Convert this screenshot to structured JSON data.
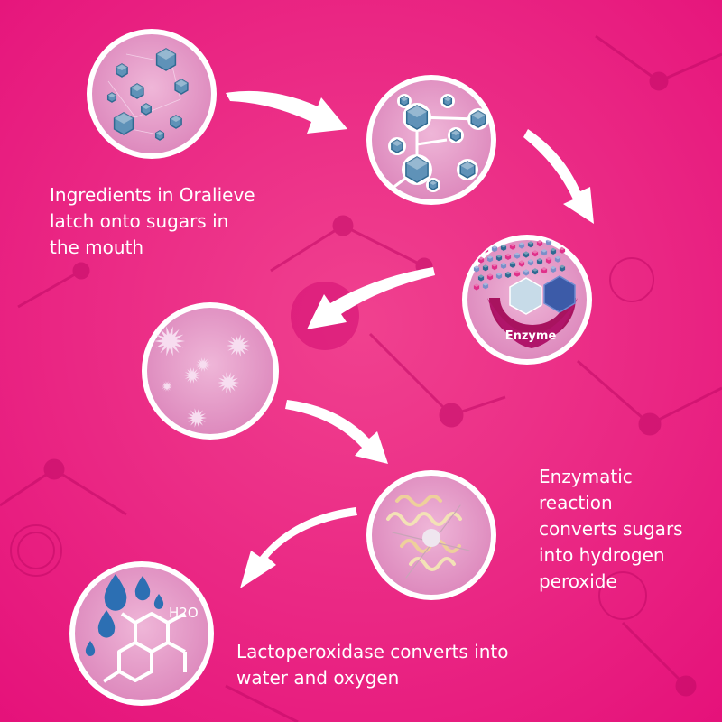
{
  "colors": {
    "background": "#e5117a",
    "background_light": "#f0418f",
    "circle_fill": "#e59ac6",
    "circle_border": "#ffffff",
    "crystal": "#5f92b8",
    "crystal_dark": "#2f6a92",
    "enzyme_bowl": "#b0156a",
    "enzyme_light_crystal": "#c7dbe8",
    "enzyme_dark_crystal": "#3c5ba8",
    "pink_crystal": "#e0308a",
    "star": "#f7ddf0",
    "droplet": "#2c6fb3",
    "arrow": "#ffffff"
  },
  "steps": [
    {
      "caption": "Ingredients in Oralieve\nlatch onto sugars in\nthe mouth"
    },
    {
      "caption": "Enzymatic\nreaction\nconverts sugars\ninto hydrogen\nperoxide"
    },
    {
      "caption": "Lactoperoxidase converts into\nwater and oxygen"
    }
  ],
  "enzyme_label": "Enzyme",
  "molecule_label": "H2O"
}
